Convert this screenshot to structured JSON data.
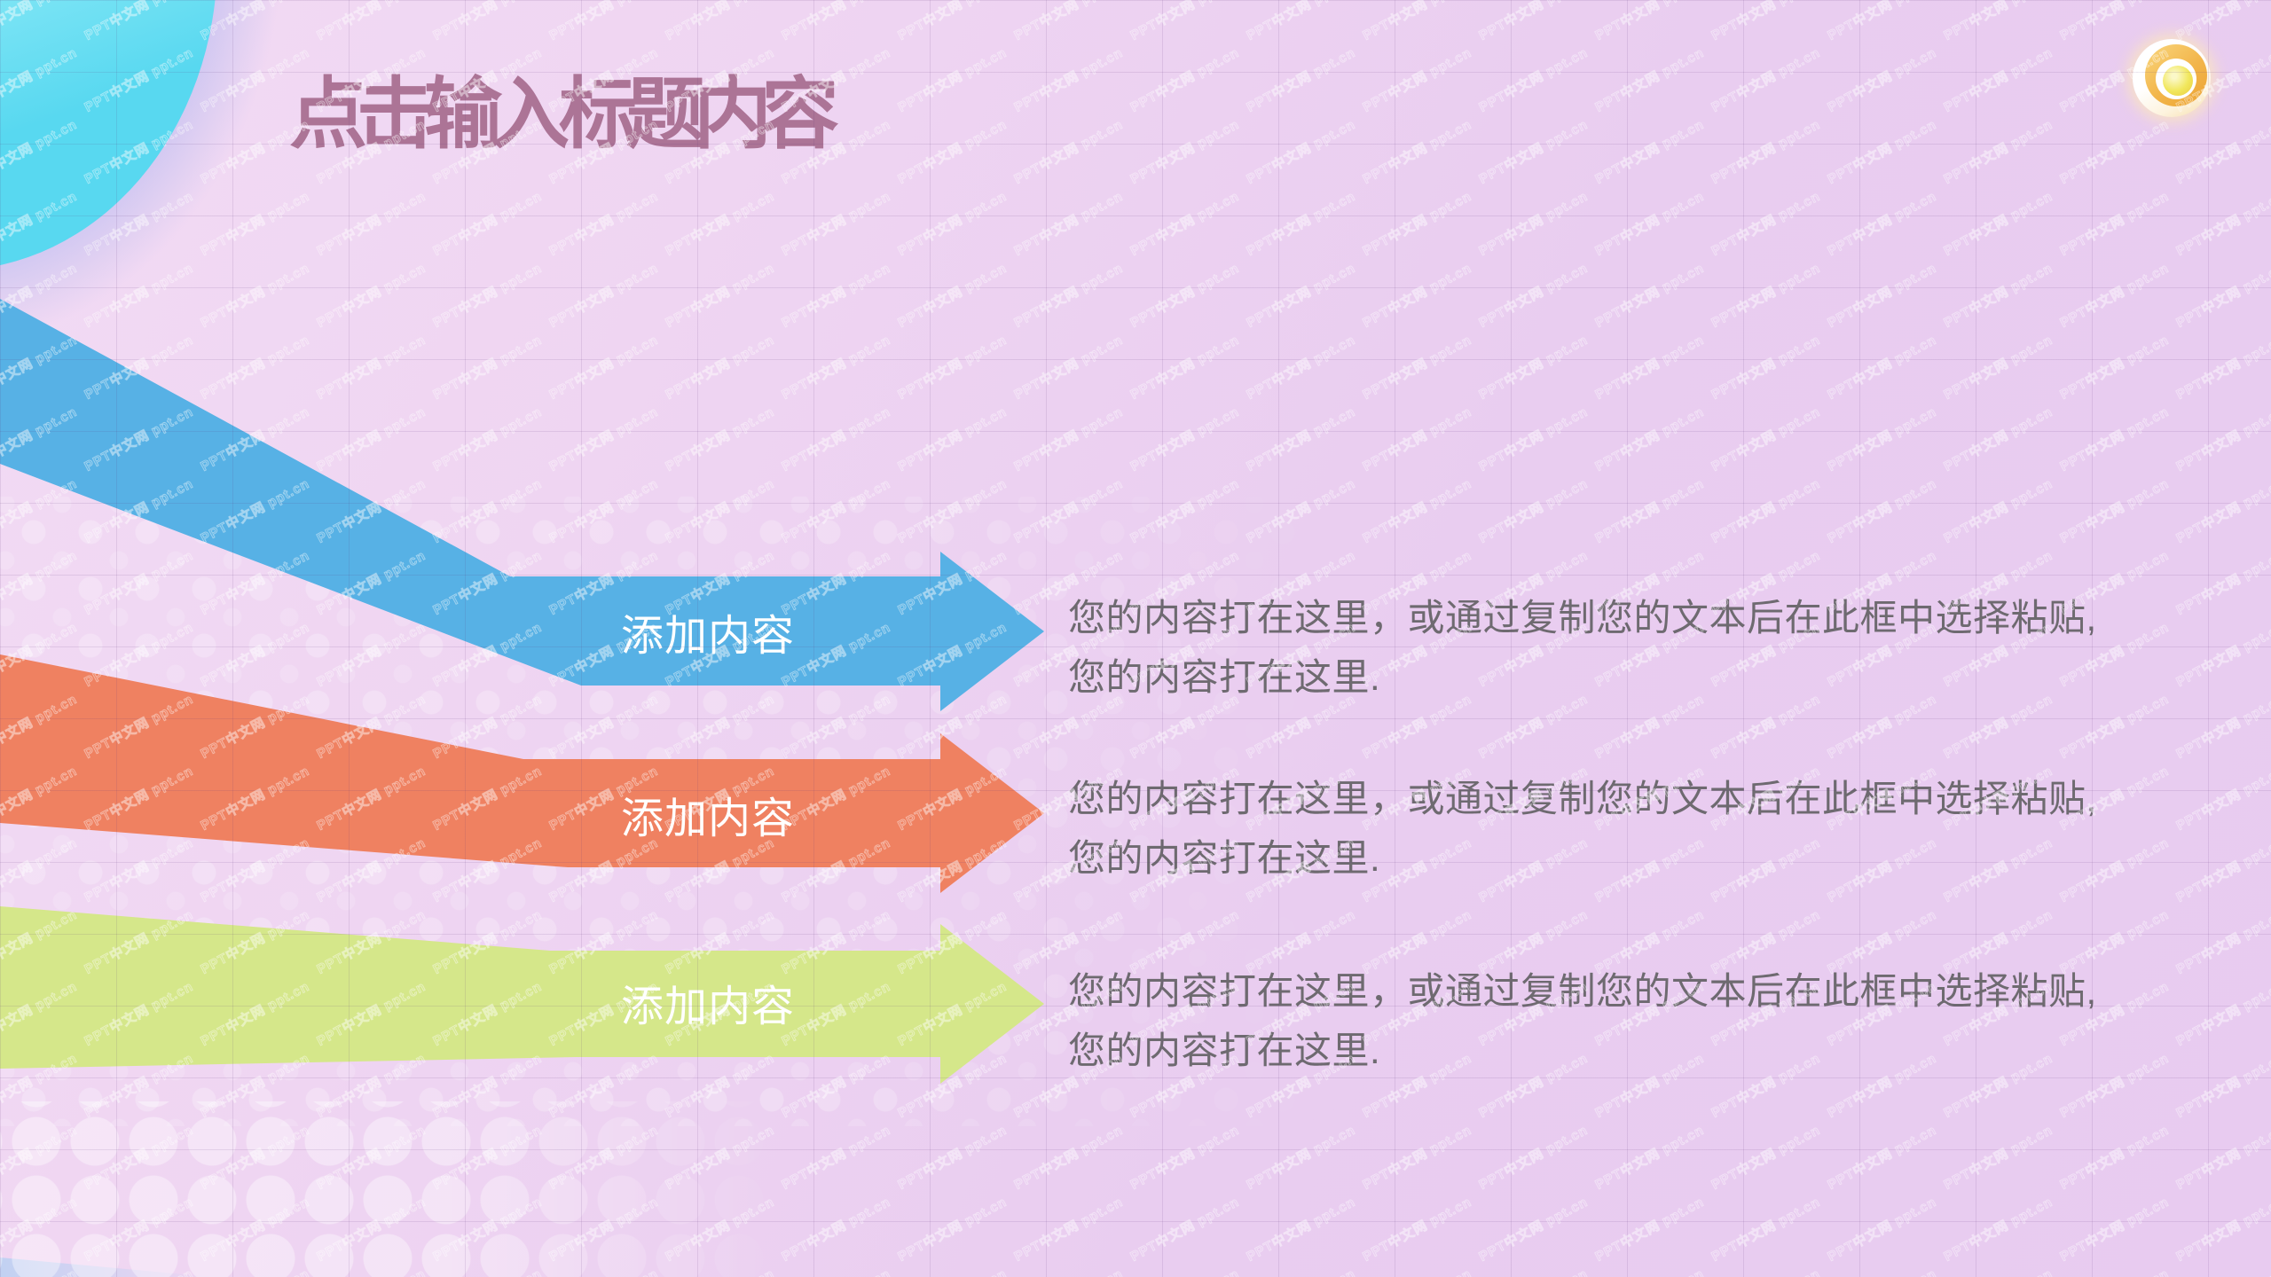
{
  "slide": {
    "title": "点击输入标题内容",
    "watermark": "PPT中文网 ppt.cn",
    "logo_icon": "golden-sphere-icon",
    "colors": {
      "background_top": "#f2dbf4",
      "background_bottom": "#e8cbf0",
      "title_text": "#ac7496",
      "body_text": "#6e6a70",
      "label_text": "#ffffff",
      "arrow_blue": "#57b1e5",
      "arrow_orange": "#ef8161",
      "arrow_green": "#d5e78a"
    },
    "items": [
      {
        "label": "添加内容",
        "color": "#57b1e5",
        "body_line1": "您的内容打在这里，或通过复制您的文本后在此框中选择粘贴,",
        "body_line2": "您的内容打在这里."
      },
      {
        "label": "添加内容",
        "color": "#ef8161",
        "body_line1": "您的内容打在这里，或通过复制您的文本后在此框中选择粘贴,",
        "body_line2": "您的内容打在这里."
      },
      {
        "label": "添加内容",
        "color": "#d5e78a",
        "body_line1": "您的内容打在这里，或通过复制您的文本后在此框中选择粘贴,",
        "body_line2": "您的内容打在这里."
      }
    ]
  }
}
